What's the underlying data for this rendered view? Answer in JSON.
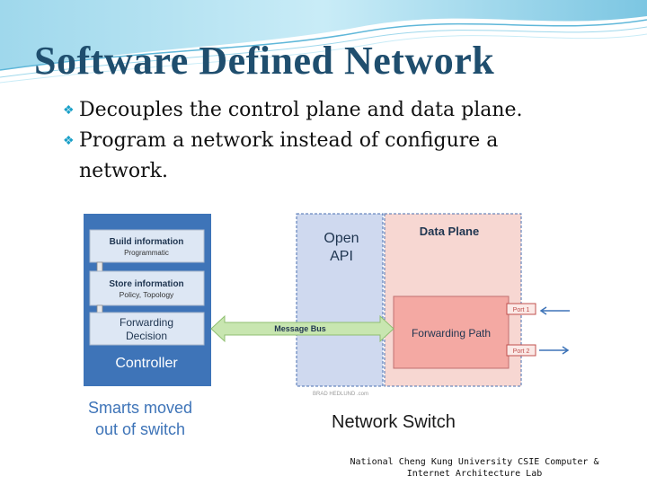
{
  "slide": {
    "title": "Software Defined Network",
    "bullets": [
      "Decouples the control plane and data plane.",
      "Program a network instead of configure a network."
    ],
    "footer_line1": "National Cheng Kung University CSIE Computer &",
    "footer_line2": "Internet Architecture Lab"
  },
  "diagram": {
    "controller_box": {
      "build_information": "Build information",
      "build_sub": "Programmatic",
      "store_information": "Store information",
      "store_sub": "Policy, Topology",
      "forwarding_line1": "Forwarding",
      "forwarding_line2": "Decision",
      "controller_label": "Controller"
    },
    "smarts_line1": "Smarts moved",
    "smarts_line2": "out of switch",
    "message_bus": "Message Bus",
    "open_api_line1": "Open",
    "open_api_line2": "API",
    "data_plane": "Data Plane",
    "forwarding_path": "Forwarding Path",
    "port1": "Port 1",
    "port2": "Port 2",
    "brad_hedlund": "BRAD HEDLUND .com",
    "network_switch": "Network Switch"
  },
  "colors": {
    "title": "#1f4e6e",
    "bullet_mark": "#1aa0c8",
    "controller_blue": "#3e74b8",
    "data_plane_pink": "#f7d7d2",
    "open_api_blue": "#cfd9ef",
    "bus_green": "#c8e6b0"
  }
}
